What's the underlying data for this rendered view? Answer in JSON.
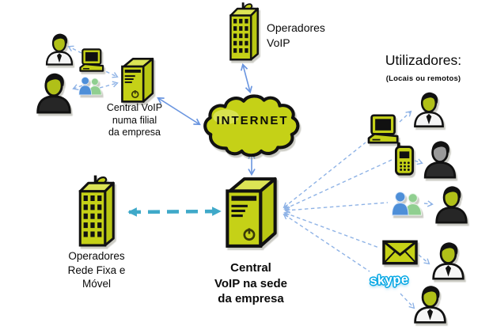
{
  "diagram": {
    "internet": {
      "label": "INTERNET"
    },
    "voip_operators": {
      "label": "Operadores\nVoIP"
    },
    "branch_pbx": {
      "label": "Central VoIP\nnuma filial\nda empresa"
    },
    "hq_pbx": {
      "label": "Central\nVoIP na sede\nda empresa"
    },
    "fixed_mobile_operators": {
      "label": "Operadores\nRede Fixa e\nMóvel"
    },
    "users": {
      "title": "Utilizadores:",
      "subtitle": "(Locais ou remotos)"
    },
    "skype": {
      "label": "skype"
    }
  },
  "icons": {
    "internet_cloud": "cloud-shape",
    "voip_operators_building": "office-building-with-antenna",
    "fixed_mobile_building": "office-building-with-antenna",
    "branch_server": "server-tower",
    "hq_server": "server-tower",
    "desktop_computer": "computer-terminal",
    "laptop_terminal": "computer-terminal",
    "mobile_phone": "cellphone",
    "instant_messenger": "two-people-messenger",
    "email": "envelope",
    "skype_wordmark": "skype-logo",
    "person_tie": "worker-with-tie",
    "person_dark": "worker-dark-sweater"
  },
  "colors": {
    "node_fill": "#c5d117",
    "node_top": "#dce455",
    "node_side": "#b9c713",
    "outline": "#111111",
    "arrow_solid_blue": "#6b96e0",
    "arrow_dashed_blue": "#8fb3e6",
    "arrow_teal": "#3fa9c9",
    "face_green": "#b0c018",
    "face_gray": "#9a9a9a",
    "shirt_white": "#f5f5f5",
    "body_dark": "#262626",
    "messenger_blue": "#4e8fd8",
    "messenger_green": "#90cf90",
    "skype_blue": "#00a6e4"
  }
}
